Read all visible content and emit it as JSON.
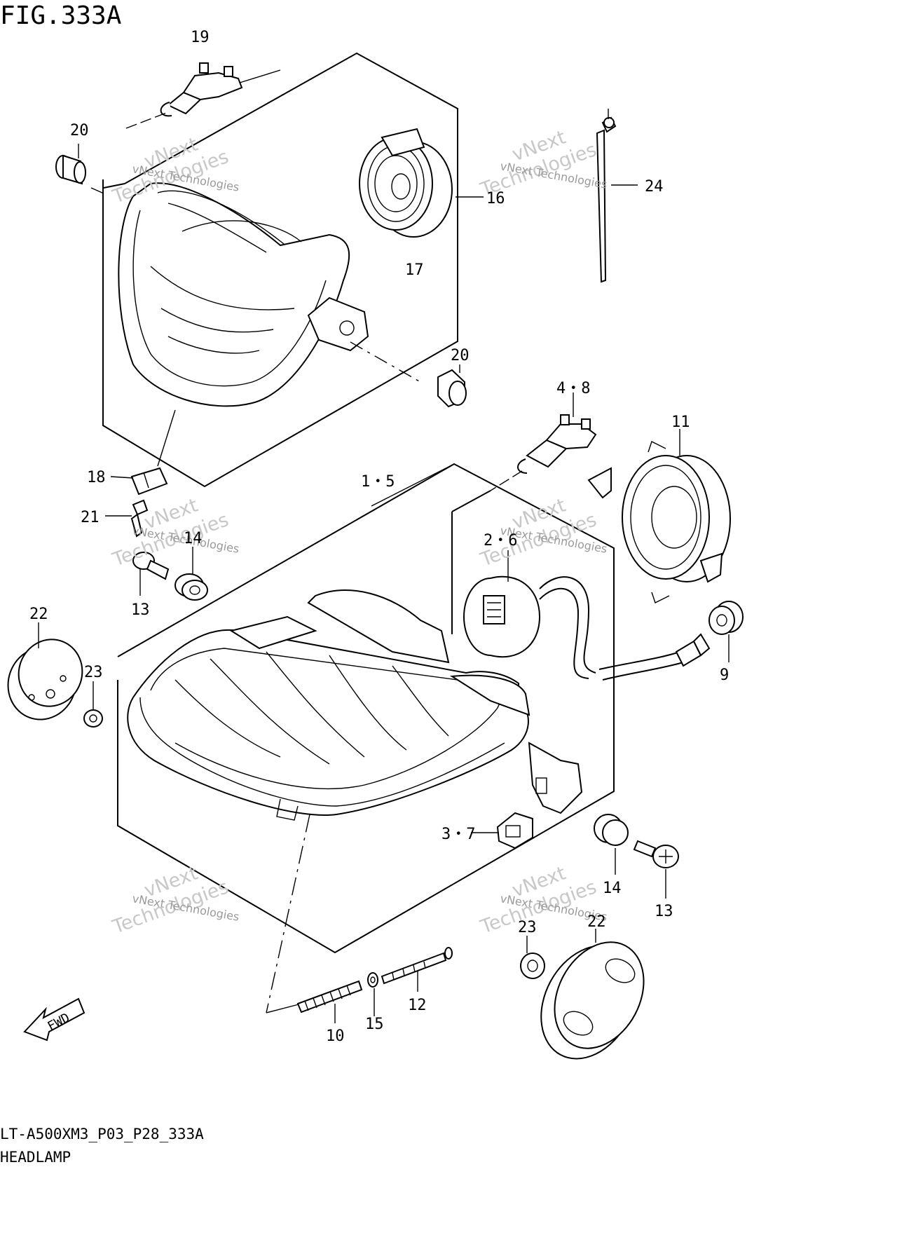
{
  "figure": {
    "title": "FIG.333A"
  },
  "footer": {
    "code": "LT-A500XM3_P03_P28_333A",
    "name": "HEADLAMP"
  },
  "fwd_label": "FWD",
  "watermark": {
    "company": "vNext Technologies",
    "top": "vNext",
    "bottom": "Technologies"
  },
  "callouts": {
    "c19": "19",
    "c20a": "20",
    "c16": "16",
    "c17": "17",
    "c24": "24",
    "c20b": "20",
    "c48": "4・8",
    "c11": "11",
    "c18": "18",
    "c15a": "1・5",
    "c21": "21",
    "c14a": "14",
    "c26": "2・6",
    "c13a": "13",
    "c22a": "22",
    "c23a": "23",
    "c9": "9",
    "c37": "3・7",
    "c14b": "14",
    "c13b": "13",
    "c23b": "23",
    "c22b": "22",
    "c12": "12",
    "c10": "10",
    "c15": "15"
  }
}
